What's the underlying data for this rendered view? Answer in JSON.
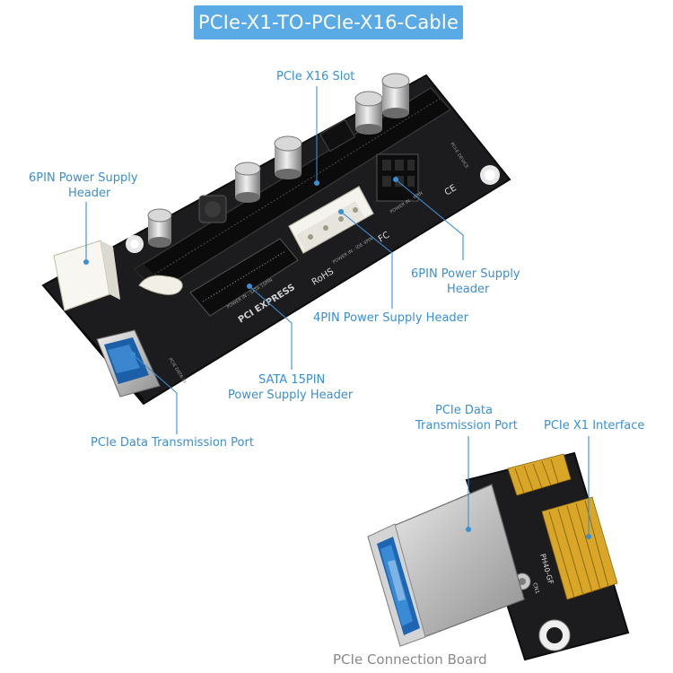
{
  "title": "PCIe-X1-TO-PCIe-X16-Cable",
  "labels": {
    "x16_slot": "PCIe X16 Slot",
    "pin6_left_1": "6PIN Power Supply",
    "pin6_left_2": "Header",
    "pin6_right_1": "6PIN Power Supply",
    "pin6_right_2": "Header",
    "pin4": "4PIN Power Supply Header",
    "sata_1": "SATA 15PIN",
    "sata_2": "Power Supply Header",
    "port_left": "PCIe Data Transmission Port",
    "port_right_1": "PCIe Data",
    "port_right_2": "Transmission Port",
    "x1_interface": "PCIe X1 Interface",
    "bottom_caption": "PCIe Connection Board"
  },
  "board_print": {
    "sata_text": "POWER IN - SATA 15PIN",
    "ide_text": "POWER IN - IDE 4PIN",
    "pin6_text": "POWER IN - 6PIN",
    "pcie_device": "PCI-E DEVICE",
    "pci_express": "PCI EXPRESS",
    "rohs": "RoHS",
    "ce": "CE",
    "fc": "FC",
    "data_in": "PCIE DATA IN",
    "small_board": "PH40-GF",
    "cn1": "CN1"
  },
  "colors": {
    "accent": "#3b8fd3",
    "title_bg": "#5aaae6",
    "pcb": "#1c1c1e",
    "gold": "#d9a628",
    "caption": "#8a8a8a"
  }
}
